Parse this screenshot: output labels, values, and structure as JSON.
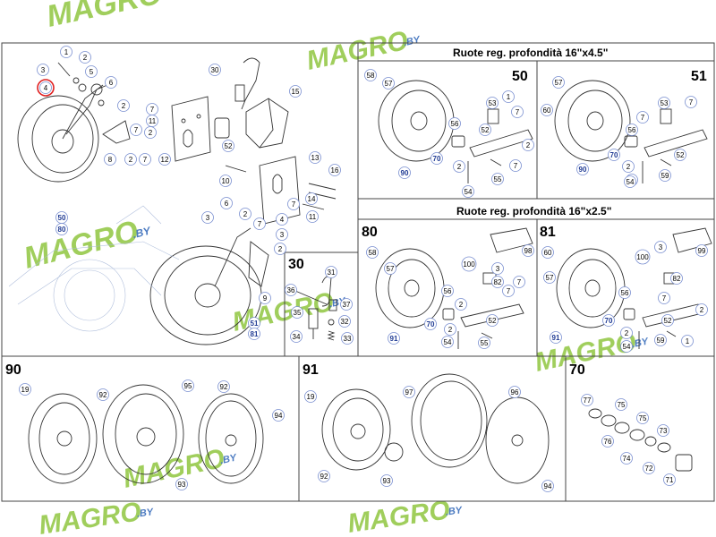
{
  "brand": {
    "watermark_text": "MAGRO",
    "watermark_suffix": ".BY",
    "green": "#8fc63f",
    "blue": "#2b63b6",
    "line_color": "#333333",
    "highlight_color": "#e02020"
  },
  "sections": {
    "top_right_title": "Ruote reg. profondità 16\"x4.5\"",
    "mid_right_title": "Ruote reg. profondità 16\"x2.5\""
  },
  "panels": {
    "p30": "30",
    "p50": "50",
    "p51": "51",
    "p80": "80",
    "p81": "81",
    "p90": "90",
    "p91": "91",
    "p70": "70"
  },
  "callouts": {
    "main": [
      "1",
      "2",
      "3",
      "4",
      "5",
      "6",
      "2",
      "7",
      "8",
      "2",
      "7",
      "2",
      "7",
      "11",
      "12",
      "30",
      "15",
      "52",
      "10",
      "13",
      "16",
      "14",
      "7",
      "11",
      "6",
      "3",
      "2",
      "4",
      "7",
      "9",
      "3",
      "2",
      "50",
      "80",
      "51",
      "81"
    ],
    "p30": [
      "31",
      "36",
      "35",
      "34",
      "37",
      "32",
      "33"
    ],
    "p50": [
      "58",
      "57",
      "53",
      "1",
      "7",
      "56",
      "52",
      "2",
      "70",
      "2",
      "7",
      "54",
      "55",
      "90"
    ],
    "p51": [
      "57",
      "60",
      "53",
      "7",
      "7",
      "56",
      "52",
      "2",
      "70",
      "2",
      "54",
      "59",
      "90"
    ],
    "p80": [
      "58",
      "57",
      "100",
      "3",
      "56",
      "82",
      "7",
      "2",
      "7",
      "52",
      "70",
      "2",
      "91",
      "54",
      "55",
      "98"
    ],
    "p81": [
      "60",
      "57",
      "100",
      "3",
      "82",
      "56",
      "7",
      "2",
      "52",
      "70",
      "2",
      "91",
      "54",
      "59",
      "1",
      "99"
    ],
    "p90": [
      "19",
      "92",
      "95",
      "92",
      "94",
      "93"
    ],
    "p91": [
      "19",
      "97",
      "96",
      "92",
      "93",
      "94"
    ],
    "p70": [
      "77",
      "75",
      "75",
      "73",
      "76",
      "74",
      "72",
      "71"
    ]
  }
}
